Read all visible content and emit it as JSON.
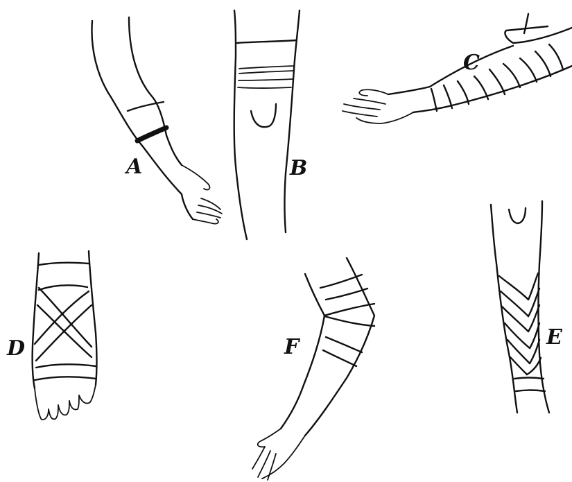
{
  "figures": {
    "a": {
      "label": "A"
    },
    "b": {
      "label": "B"
    },
    "c": {
      "label": "C"
    },
    "d": {
      "label": "D"
    },
    "e": {
      "label": "E"
    },
    "f": {
      "label": "F"
    }
  },
  "colors": {
    "ink": "#111111",
    "background": "#ffffff"
  }
}
